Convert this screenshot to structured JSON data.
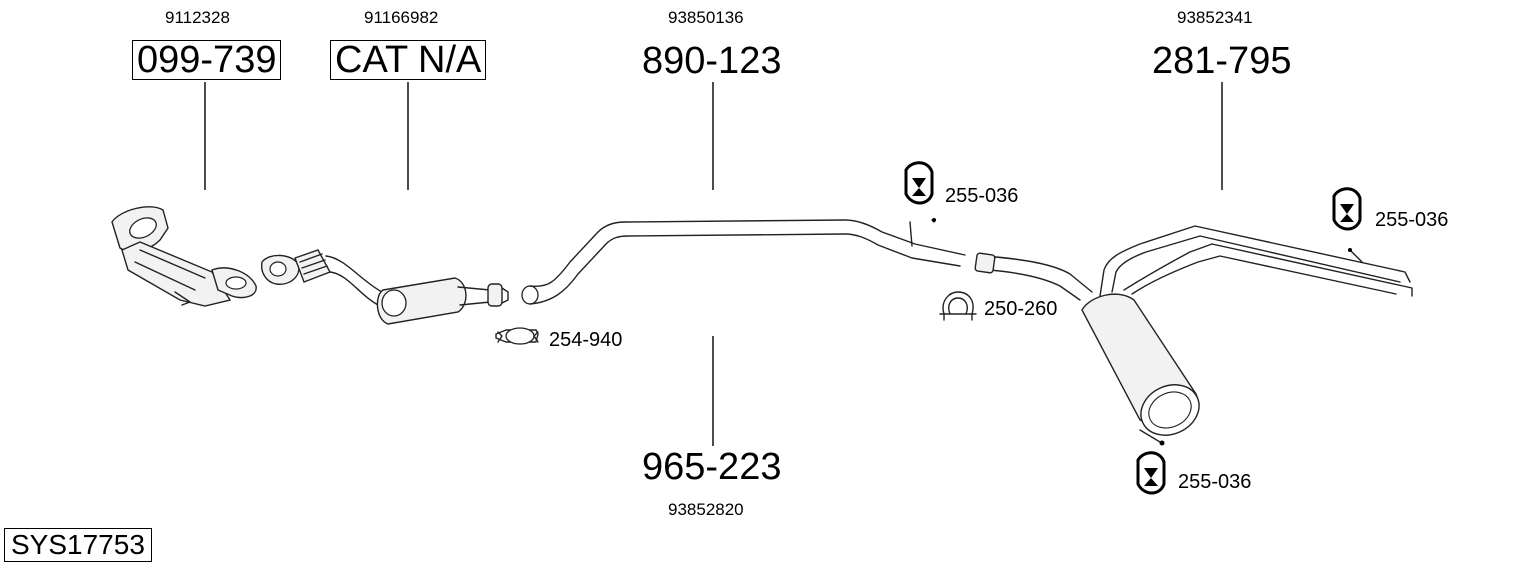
{
  "diagram": {
    "system_code": "SYS17753",
    "parts": [
      {
        "oe_number": "9112328",
        "part_number": "099-739"
      },
      {
        "oe_number": "91166982",
        "part_number": "CAT N/A"
      },
      {
        "oe_number": "93850136",
        "part_number": "890-123"
      },
      {
        "oe_number": "93852820",
        "part_number": "965-223"
      },
      {
        "oe_number": "93852341",
        "part_number": "281-795"
      }
    ],
    "accessories": [
      {
        "part_number": "254-940",
        "kind": "clamp"
      },
      {
        "part_number": "255-036",
        "kind": "rubber-hanger"
      },
      {
        "part_number": "250-260",
        "kind": "u-clamp"
      },
      {
        "part_number": "255-036",
        "kind": "rubber-hanger"
      },
      {
        "part_number": "255-036",
        "kind": "rubber-hanger"
      }
    ]
  }
}
